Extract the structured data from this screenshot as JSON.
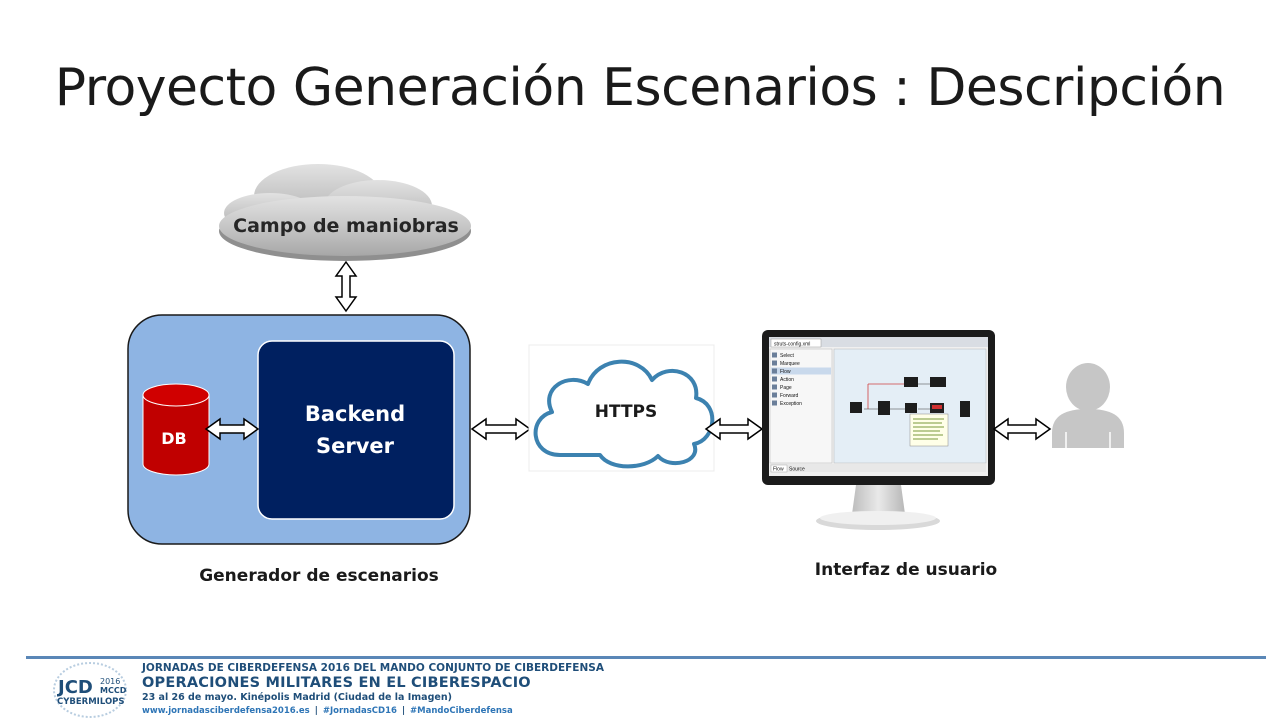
{
  "slide": {
    "title": "Proyecto Generación Escenarios : Descripción"
  },
  "diagram": {
    "cloud_top_label": "Campo de maniobras",
    "db_label": "DB",
    "backend_line1": "Backend",
    "backend_line2": "Server",
    "generator_caption": "Generador de escenarios",
    "https_label": "HTTPS",
    "ui_caption": "Interfaz de usuario",
    "screen": {
      "tab_title": "struts-config.xml",
      "palette_items": [
        "Select",
        "Marquee",
        "Flow",
        "Action",
        "Page",
        "Forward",
        "Exception"
      ],
      "bottom_tabs": [
        "Flow",
        "Source"
      ]
    }
  },
  "footer": {
    "line1": "JORNADAS DE CIBERDEFENSA 2016 DEL MANDO CONJUNTO DE CIBERDEFENSA",
    "line2": "OPERACIONES MILITARES EN EL CIBERESPACIO",
    "line3": "23 al 26 de mayo. Kinépolis Madrid (Ciudad de la Imagen)",
    "url": "www.jornadasciberdefensa2016.es",
    "hashtag1": "#JornadasCD16",
    "hashtag2": "#MandoCiberdefensa",
    "logo": {
      "jcd": "JCD",
      "year": "2016",
      "mccd": "MCCD",
      "cybermilops": "CYBERMILOPS"
    }
  },
  "colors": {
    "generator_fill": "#8eb4e3",
    "backend_fill": "#002060",
    "db_fill": "#c00000",
    "https_cloud_stroke": "#3c82b0",
    "footer_blue": "#1f4e79",
    "footer_line": "#5a87b7"
  }
}
